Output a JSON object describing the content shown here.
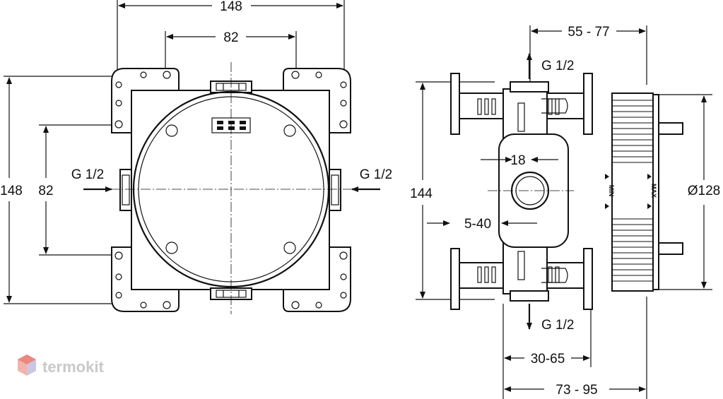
{
  "front_view": {
    "dim_width_outer": "148",
    "dim_width_inner": "82",
    "dim_height_outer": "148",
    "dim_height_inner": "82",
    "inlet_left": "G 1/2",
    "inlet_right": "G 1/2"
  },
  "side_view": {
    "dim_depth_range": "55 - 77",
    "outlet_top": "G 1/2",
    "outlet_bottom": "G 1/2",
    "dim_18": "18",
    "dim_5_40": "5-40",
    "dim_height": "144",
    "dim_diameter": "Ø128",
    "label_min": "MIN",
    "label_max": "MAX",
    "dim_30_65": "30-65",
    "dim_73_95": "73 - 95"
  },
  "watermark": {
    "brand": "termokit"
  },
  "colors": {
    "line": "#111111",
    "watermark_red": "#e8897f",
    "watermark_gray": "#c9c9c9"
  }
}
